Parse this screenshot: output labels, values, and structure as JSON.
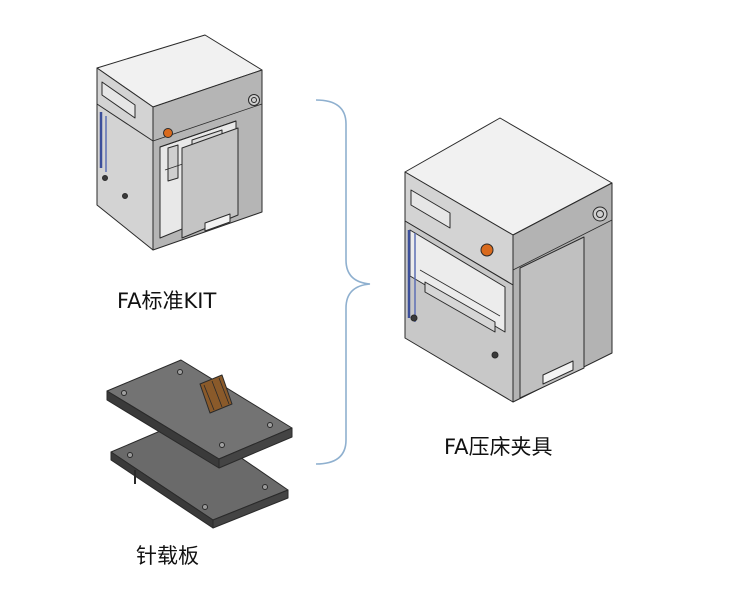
{
  "labels": {
    "standard_kit": "FA标准KIT",
    "press_fixture": "FA压床夹具",
    "needle_plate": "针载板"
  },
  "icons": {
    "brace": "right-curly-brace-icon",
    "fan": "fan-vent-icon",
    "button": "emergency-stop-button-icon"
  },
  "colors": {
    "background": "#ffffff",
    "brace": "#8fb0cf",
    "line": "#2a2a2a",
    "top": "#f1f1f1",
    "front": "#d3d3d3",
    "side": "#b3b3b3",
    "interior": "#e9e9e9",
    "plate_top": "#6a6a6a",
    "plate_edge": "#3a3a3a",
    "rail": "#3c4f9a",
    "button": "#d96a1d",
    "connector": "#8a5a2a"
  }
}
